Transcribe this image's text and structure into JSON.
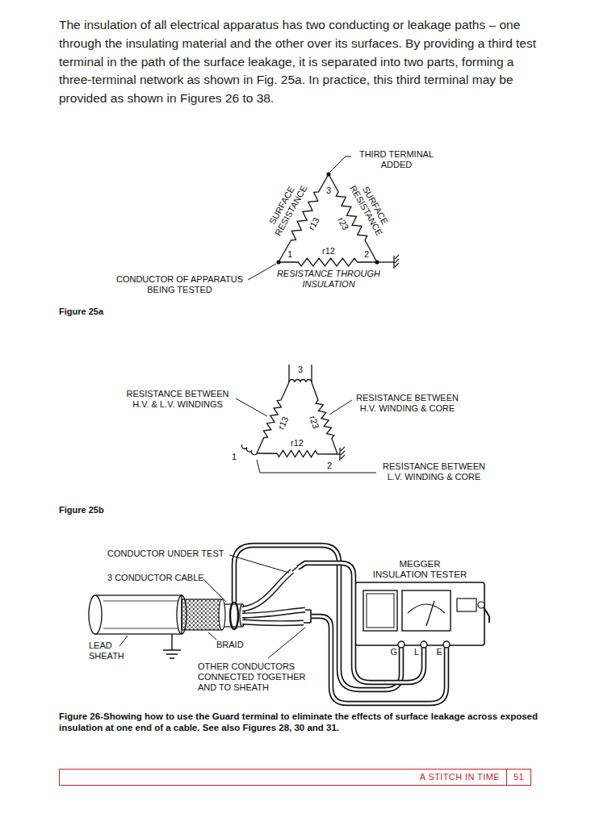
{
  "diagram": {
    "nodes": [
      {
        "text": [
          "MEGGER INSULATION TESTER"
        ]
      },
      {
        "text": [
          "A STITCH IN TIME",
          "51"
        ]
      }
    ],
    "labels": [
      "The insulation of all electrical apparatus has two conducting or leakage paths – one through the insulating material and the other over its surfaces. By providing a third test terminal in the path of the surface leakage, it is separated into two parts, forming a three-terminal network as shown in Fig. 25a. In practice, this third terminal may be provided as shown in Figures 26 to 38.",
      "THIRD TERMINAL ADDED",
      "3",
      "SURFACE RESISTANCE",
      "r13",
      "SURFACE RESISTANCE",
      "r23",
      "1",
      "r12",
      "2",
      "CONDUCTOR OF APPARATUS BEING TESTED",
      "RESISTANCE THROUGH INSULATION",
      "Figure 25a",
      "3",
      "RESISTANCE BETWEEN H.V. & L.V. WINDINGS",
      "RESISTANCE BETWEEN H.V. WINDING & CORE",
      "r13",
      "r23",
      "1",
      "r12",
      "2",
      "RESISTANCE BETWEEN L.V. WINDING & CORE",
      "Figure 25b",
      "CONDUCTOR UNDER TEST",
      "3 CONDUCTOR CABLE",
      "LEAD SHEATH",
      "BRAID",
      "OTHER CONDUCTORS CONNECTED TOGETHER AND TO SHEATH",
      "G",
      "L",
      "E",
      "Figure 26-Showing how to use the Guard terminal to eliminate the effects of surface leakage across exposed insulation at one end of a cable. See also Figures 28, 30 and 31."
    ]
  }
}
